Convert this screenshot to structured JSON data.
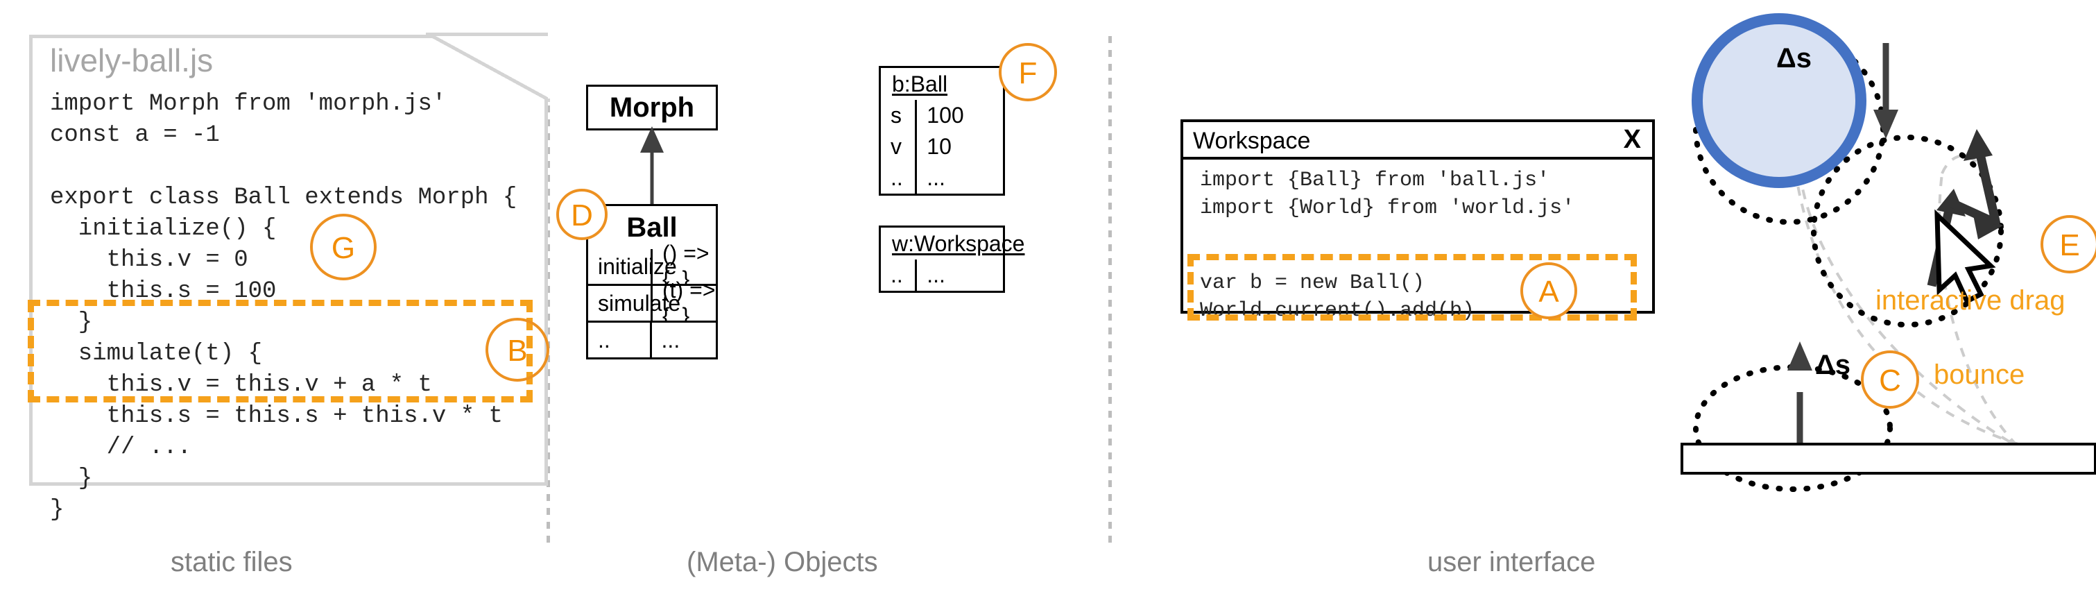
{
  "columns": [
    {
      "caption": "static files"
    },
    {
      "caption": "(Meta-) Objects"
    },
    {
      "caption": "user interface"
    }
  ],
  "file": {
    "title": "lively-ball.js",
    "code": "import Morph from 'morph.js'\nconst a = -1\n\nexport class Ball extends Morph {\n  initialize() {\n    this.v = 0\n    this.s = 100\n  }\n  simulate(t) {\n    this.v = this.v + a * t\n    this.s = this.s + this.v * t\n    // ...\n  }\n}"
  },
  "markers": {
    "a": "A",
    "b": "B",
    "c": "C",
    "d": "D",
    "e": "E",
    "f": "F",
    "g": "G"
  },
  "uml": {
    "superclass": {
      "name": "Morph"
    },
    "class": {
      "name": "Ball",
      "rows": [
        {
          "member": "initialize",
          "value": "() => {..}"
        },
        {
          "member": "simulate",
          "value": "(t) => {..}"
        },
        {
          "member": "..",
          "value": "..."
        }
      ]
    },
    "objects": [
      {
        "name": "b:Ball",
        "rows": [
          {
            "key": "s",
            "value": "100"
          },
          {
            "key": "v",
            "value": "10"
          },
          {
            "key": "..",
            "value": "..."
          }
        ]
      },
      {
        "name": "w:Workspace",
        "rows": [
          {
            "key": "..",
            "value": "..."
          }
        ]
      }
    ]
  },
  "workspace": {
    "title": "Workspace",
    "close_label": "X",
    "imports": "import {Ball} from 'ball.js'\nimport {World} from 'world.js'",
    "statements": "var b = new Ball()\nWorld.current().add(b)"
  },
  "physics": {
    "delta_top": "Δs",
    "delta_bottom": "Δs",
    "bounce_label": "bounce",
    "drag_label": "interactive drag"
  },
  "colors": {
    "accent_orange": "#F5A11B",
    "marker_orange": "#ED9121",
    "ball_stroke": "#4472C4",
    "ball_fill": "#D9E2F3",
    "paper_border": "#d4d4d4",
    "caption_gray": "#7f7f7f",
    "title_gray": "#a6a6a6"
  }
}
